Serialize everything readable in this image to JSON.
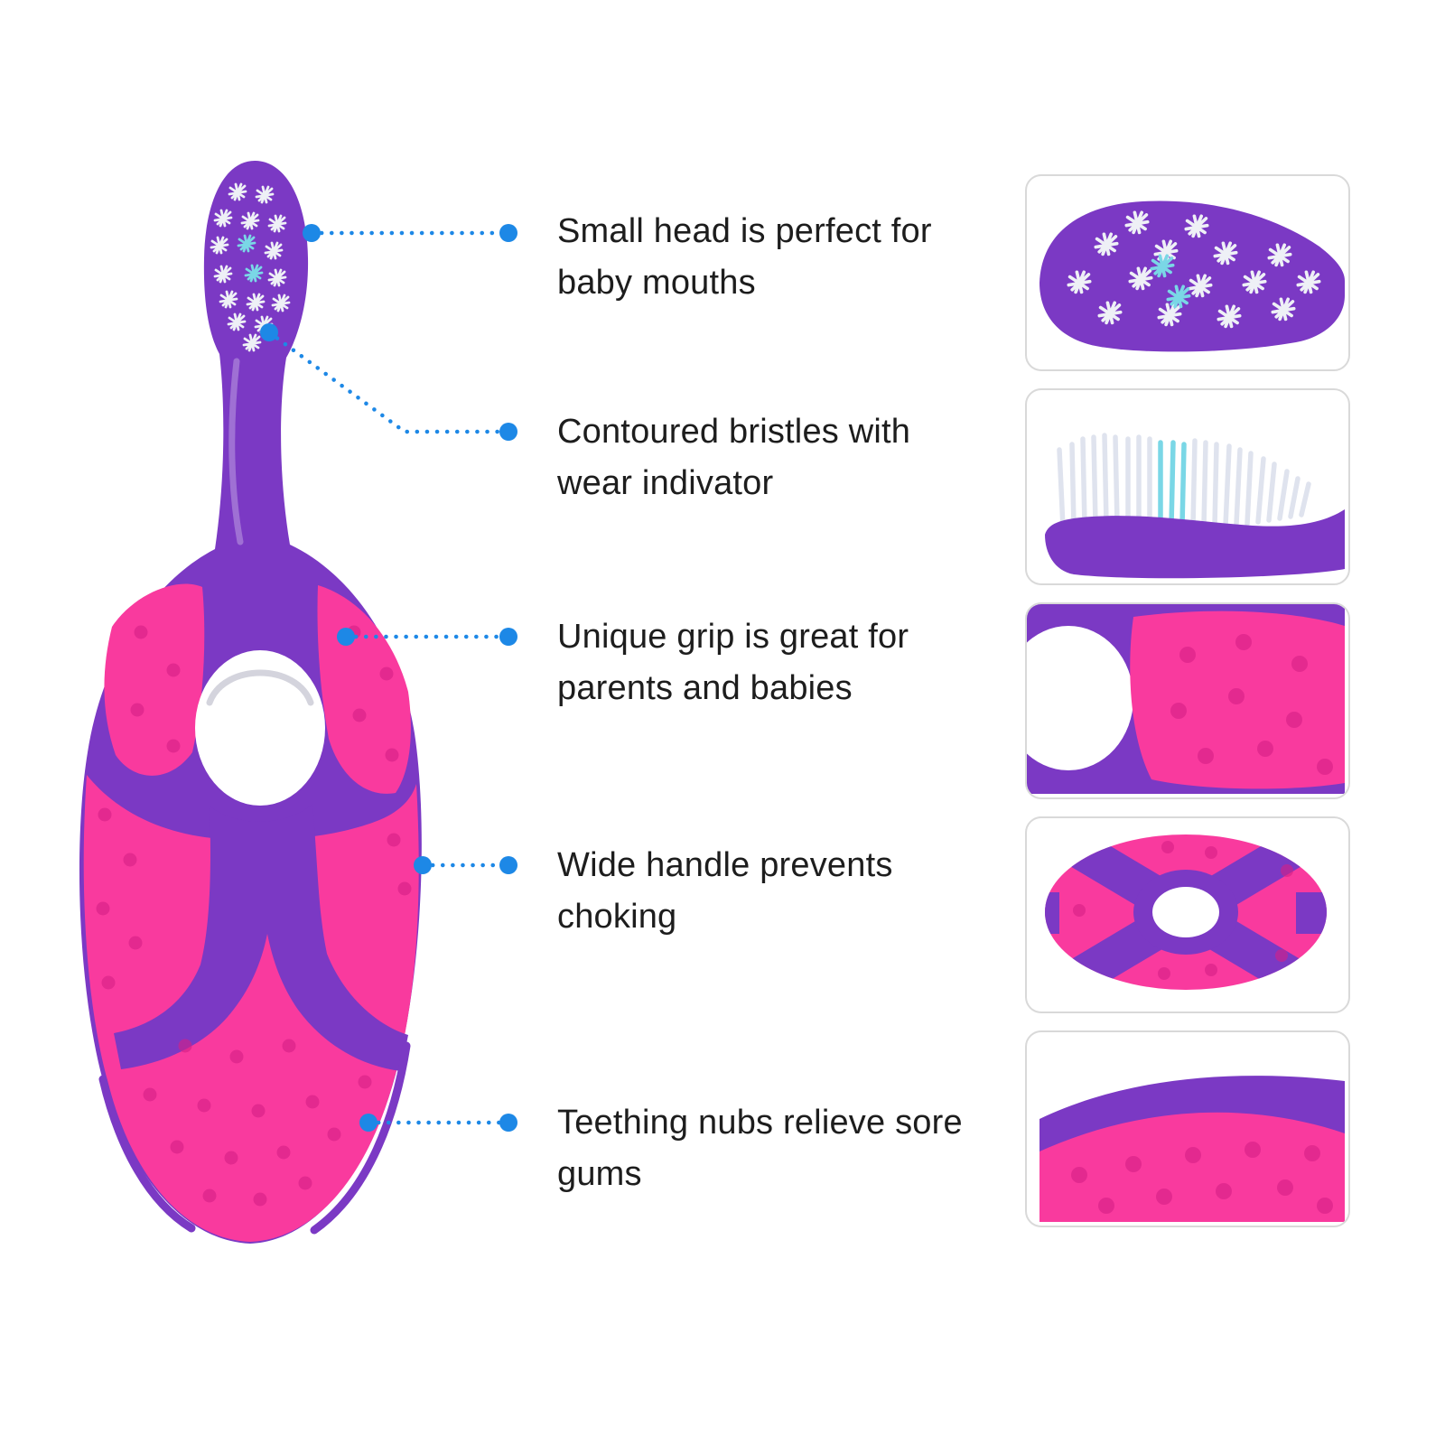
{
  "features": [
    {
      "text": "Small head is perfect for baby mouths"
    },
    {
      "text": "Contoured bristles with wear indivator"
    },
    {
      "text": "Unique grip is great for parents and babies"
    },
    {
      "text": "Wide handle prevents choking"
    },
    {
      "text": "Teething nubs relieve sore gums"
    }
  ],
  "colors": {
    "handle_purple": "#7b39c4",
    "grip_pink": "#f93a9e",
    "grip_dot_pink": "#d61f86",
    "callout_blue": "#1d88e6",
    "bristle_white": "#eef0f6",
    "bristle_wear_indicator_blue": "#7ad7e6",
    "text": "#1d1d1d",
    "panel_border": "#d9d9d9"
  },
  "detail_panels": [
    {
      "name": "brush-head-top-view"
    },
    {
      "name": "brush-bristles-side-view"
    },
    {
      "name": "grip-closeup"
    },
    {
      "name": "handle-top-view"
    },
    {
      "name": "teething-nubs-closeup"
    }
  ]
}
